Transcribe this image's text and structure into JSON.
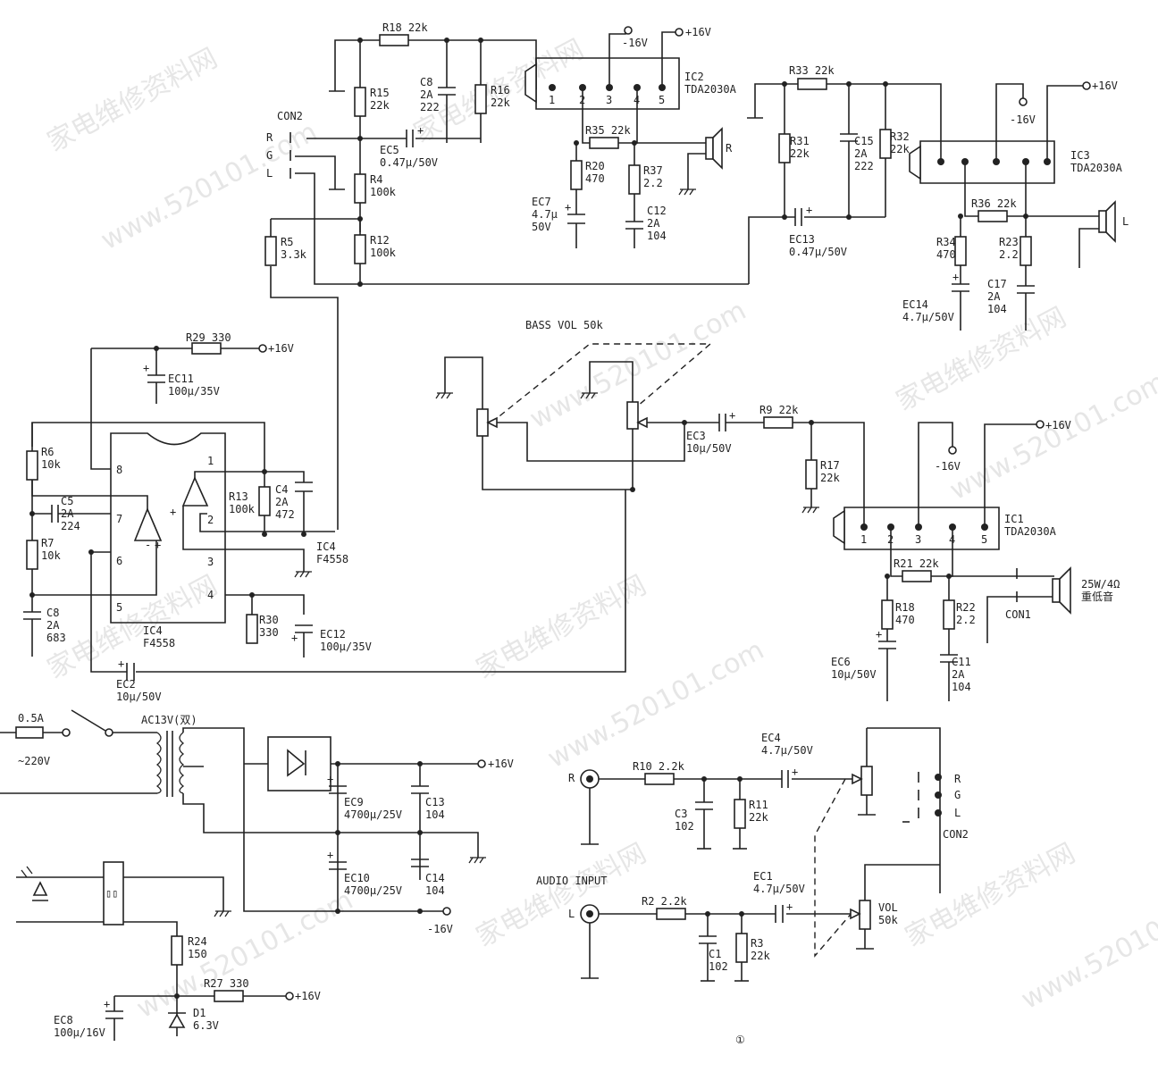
{
  "watermark": {
    "cn": "家电维修资料网",
    "url": "www.520101.com"
  },
  "figure_number": "①",
  "labels": {
    "r18": "R18 22k",
    "r15": "R15\n22k",
    "c8_top": "C8\n2A\n222",
    "r16": "R16\n22k",
    "ic2": "IC2\nTDA2030A",
    "pwr_pos_top": "+16V",
    "pwr_neg_top": "-16V",
    "ic2_pins": [
      "1",
      "2",
      "3",
      "4",
      "5"
    ],
    "con2_top": "CON2",
    "con2_r": "R",
    "con2_g": "G",
    "con2_l": "L",
    "ec5": "EC5\n0.47μ/50V",
    "r4": "R4\n100k",
    "r12": "R12\n100k",
    "r5": "R5\n3.3k",
    "r35": "R35 22k",
    "r20": "R20\n470",
    "r37": "R37\n2.2",
    "ec7": "EC7\n4.7μ\n50V",
    "c12": "C12\n2A\n104",
    "spk_r": "R",
    "r33": "R33 22k",
    "r31": "R31\n22k",
    "c15": "C15\n2A\n222",
    "r32": "R32\n22k",
    "ec13": "EC13\n0.47μ/50V",
    "ic3": "IC3\nTDA2030A",
    "pwr_pos_ic3": "+16V",
    "pwr_neg_ic3": "-16V",
    "r36": "R36 22k",
    "r34": "R34\n470",
    "r23": "R23\n2.2",
    "c17": "C17\n2A\n104",
    "ec14": "EC14\n4.7μ/50V",
    "spk_l": "L",
    "r29": "R29 330",
    "pwr_pos_r29": "+16V",
    "ec11": "EC11\n100μ/35V",
    "r6": "R6\n10k",
    "c5": "C5\n2A\n224",
    "r7": "R7\n10k",
    "c8_left": "C8\n2A\n683",
    "ic4_pins": [
      "8",
      "7",
      "6",
      "5",
      "1",
      "2",
      "3",
      "4"
    ],
    "r13": "R13\n100k",
    "c4": "C4\n2A\n472",
    "ic4_a": "IC4\nF4558",
    "ic4_b": "IC4\nF4558",
    "r30": "R30\n330",
    "ec12": "EC12\n100μ/35V",
    "ec2": "EC2\n10μ/50V",
    "bass_vol": "BASS VOL 50k",
    "ec3": "EC3\n10μ/50V",
    "r9": "R9 22k",
    "r17": "R17\n22k",
    "ic1": "IC1\nTDA2030A",
    "pwr_pos_ic1": "+16V",
    "pwr_neg_ic1": "-16V",
    "ic1_pins": [
      "1",
      "2",
      "3",
      "4",
      "5"
    ],
    "r21": "R21 22k",
    "r18b": "R18\n470",
    "r22": "R22\n2.2",
    "ec6": "EC6\n10μ/50V",
    "c11": "C11\n2A\n104",
    "sub": "25W/4Ω\n重低音",
    "con1": "CON1",
    "fuse": "0.5A",
    "mains": "~220V",
    "ac13": "AC13V(双)",
    "ec9": "EC9\n4700μ/25V",
    "c13": "C13\n104",
    "ec10": "EC10\n4700μ/25V",
    "c14": "C14\n104",
    "pwr_pos_psu": "+16V",
    "pwr_neg_psu": "-16V",
    "r24": "R24\n150",
    "r27": "R27 330",
    "pwr_pos_led": "+16V",
    "ec8": "EC8\n100μ/16V",
    "d1": "D1\n6.3V",
    "in_r": "R",
    "r10": "R10 2.2k",
    "c3": "C3\n102",
    "r11": "R11\n22k",
    "ec4": "EC4\n4.7μ/50V",
    "con2_b": "CON2",
    "con2b_r": "R",
    "con2b_g": "G",
    "con2b_l": "L",
    "audio_input": "AUDIO INPUT",
    "in_l": "L",
    "r2": "R2 2.2k",
    "c1": "C1\n102",
    "r3": "R3\n22k",
    "ec1": "EC1\n4.7μ/50V",
    "vol": "VOL\n50k"
  }
}
